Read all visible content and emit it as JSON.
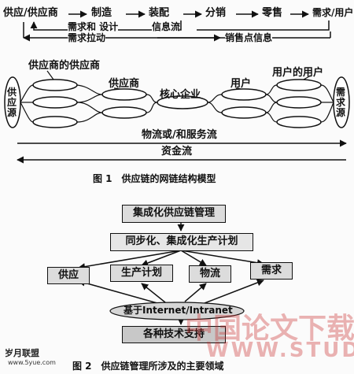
{
  "figure1": {
    "chain": [
      "供应/供应商",
      "制造",
      "装配",
      "分销",
      "零售",
      "需求/用户"
    ],
    "flows": {
      "demand_design": "需求和 设计",
      "info_flow": "信息流",
      "demand_pull": "需求拉动",
      "pos_info": "销售点信息",
      "logistics": "物流或/和服务流",
      "capital": "资金流"
    },
    "tiers": {
      "supplier_of_supplier": "供应商的供应商",
      "supplier": "供应商",
      "core": "核心企业",
      "user": "用户",
      "user_of_user": "用户的用户"
    },
    "source": "供应源",
    "demand_source": "需求源",
    "caption": "图 1　供应链的网链结构模型"
  },
  "figure2": {
    "title": "集成化供应链管理",
    "plan": "同步化、集成化生产计划",
    "areas": [
      "供应",
      "生产计划",
      "物流",
      "需求"
    ],
    "platform": "基于Internet/Intranet",
    "support": "各种技术支持",
    "caption": "图 2　供应链管理所涉及的主要领域"
  },
  "watermark": {
    "left": "岁月联盟",
    "left_url": "www.5yue.com",
    "right": "中国论文下载",
    "right_url": "WWW.STUDA.COM"
  }
}
